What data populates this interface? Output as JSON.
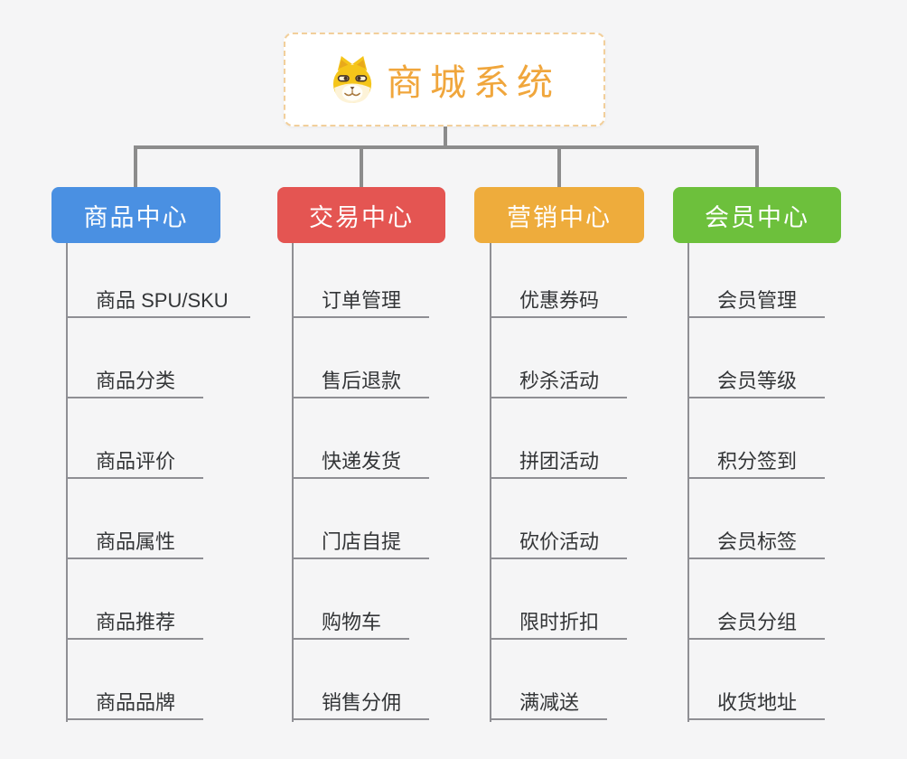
{
  "root": {
    "title": "商城系统",
    "icon": "doge-icon",
    "title_color": "#f0a63c",
    "border_color": "#f2cf9b"
  },
  "connector_color": "#8c8c8c",
  "background_color": "#f5f5f6",
  "branches": [
    {
      "label": "商品中心",
      "color": "#4a90e2",
      "items": [
        "商品 SPU/SKU",
        "商品分类",
        "商品评价",
        "商品属性",
        "商品推荐",
        "商品品牌"
      ]
    },
    {
      "label": "交易中心",
      "color": "#e45552",
      "items": [
        "订单管理",
        "售后退款",
        "快递发货",
        "门店自提",
        "购物车",
        "销售分佣"
      ]
    },
    {
      "label": "营销中心",
      "color": "#eeac3c",
      "items": [
        "优惠券码",
        "秒杀活动",
        "拼团活动",
        "砍价活动",
        "限时折扣",
        "满减送"
      ]
    },
    {
      "label": "会员中心",
      "color": "#6dc03c",
      "items": [
        "会员管理",
        "会员等级",
        "积分签到",
        "会员标签",
        "会员分组",
        "收货地址"
      ]
    }
  ]
}
